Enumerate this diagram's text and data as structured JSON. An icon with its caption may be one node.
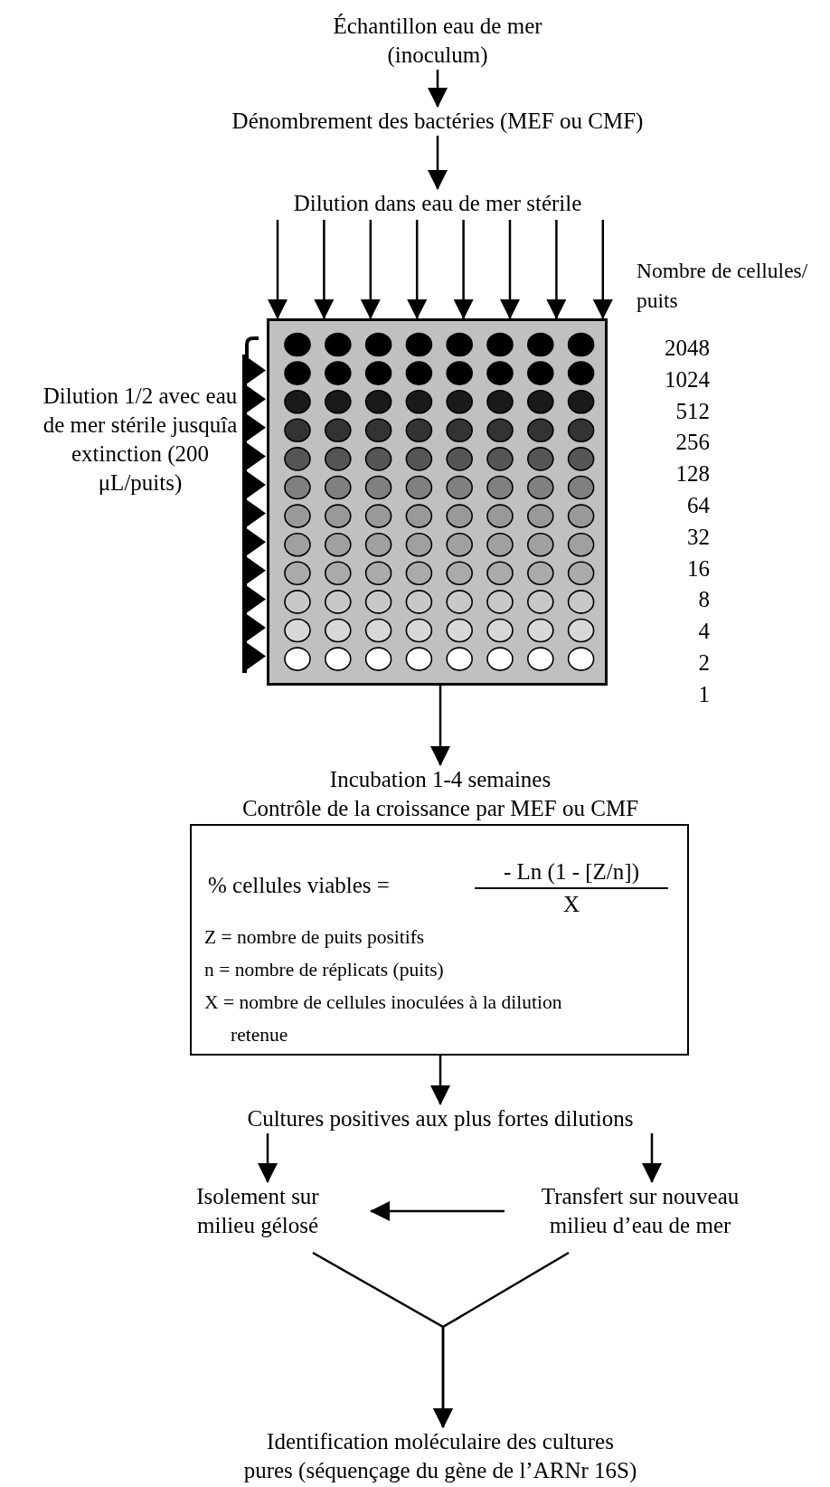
{
  "diagram": {
    "nodes": [
      {
        "text": [
          "Échantillon eau de mer (inoculum)"
        ]
      },
      {
        "text": [
          "Dénombrement des bactéries (MEF ou CMF)"
        ]
      },
      {
        "text": [
          "Dilution dans eau de mer stérile"
        ]
      },
      {
        "text": [],
        "shape": "box"
      },
      {
        "text": [
          "Incubation 1-4 semaines",
          "Contrôle de la croissance par MEF ou CMF"
        ]
      },
      {
        "text": [
          "% cellules viables =",
          "- Ln (1 - [Z/n])",
          "X",
          "Z = nombre de puits positifs",
          "n = nombre de réplicats (puits)",
          "X = nombre de cellules inoculées à la dilution retenue"
        ]
      },
      {
        "text": [
          "Cultures positives aux plus fortes dilutions"
        ]
      },
      {
        "text": [
          "Isolement sur milieu gélosé"
        ]
      },
      {
        "text": [
          "Transfert sur nouveau milieu d’eau de mer"
        ]
      },
      {
        "text": [
          "Identification moléculaire des cultures pures (séquençage du gène de l’ARNr 16S)"
        ]
      }
    ],
    "edges": [
      {
        "from": 0,
        "to": 1,
        "arrow": "to"
      },
      {
        "from": 1,
        "to": 2,
        "arrow": "to"
      },
      {
        "from": 2,
        "to": 3,
        "arrow": "to"
      },
      {
        "from": 2,
        "to": 3,
        "arrow": "to"
      },
      {
        "from": 2,
        "to": 3,
        "arrow": "to"
      },
      {
        "from": 2,
        "to": 3,
        "arrow": "to"
      },
      {
        "from": 2,
        "to": 3,
        "arrow": "to"
      },
      {
        "from": 2,
        "to": 3,
        "arrow": "to"
      },
      {
        "from": 2,
        "to": 3,
        "arrow": "to"
      },
      {
        "from": 2,
        "to": 3,
        "arrow": "to"
      },
      {
        "from": 3,
        "to": 4,
        "arrow": "to"
      },
      {
        "from": 5,
        "to": 6,
        "arrow": "to"
      },
      {
        "from": 6,
        "to": 7,
        "arrow": "to"
      },
      {
        "from": 6,
        "to": 8,
        "arrow": "to"
      },
      {
        "from": 8,
        "to": 7,
        "arrow": "to"
      },
      {
        "from": 7,
        "to": 9,
        "arrow": "to"
      },
      {
        "from": 8,
        "to": 9,
        "arrow": "to"
      }
    ],
    "labels": [
      "Nombre de cellules/ puits",
      "Dilution 1/2 avec eau de mer stérile jusquîa extinction (200 μL/puits)",
      "2048",
      "1024",
      "512",
      "256",
      "128",
      "64",
      "32",
      "16",
      "8",
      "4",
      "2",
      "1"
    ]
  }
}
